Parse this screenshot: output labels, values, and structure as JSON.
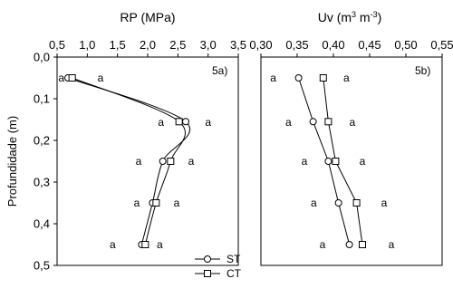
{
  "y_axis_label": "Profundidade (m)",
  "chart_data": [
    {
      "type": "line",
      "panel_label": "5a)",
      "title": "RP (MPa)",
      "xlabel": "RP (MPa)",
      "ylabel": "Profundidade (m)",
      "x_axis_position": "top",
      "y_inverted": true,
      "xlim": [
        0.5,
        3.5
      ],
      "ylim": [
        0,
        0.5
      ],
      "xticks": [
        "0,5",
        "1,0",
        "1,5",
        "2,0",
        "2,5",
        "3,0",
        "3,5"
      ],
      "yticks": [
        "0,0",
        "0,1",
        "0,2",
        "0,3",
        "0,4",
        "0,5"
      ],
      "grid": false,
      "legend_position": "bottom-right",
      "series": [
        {
          "name": "ST",
          "marker": "circle",
          "depth": [
            0.05,
            0.155,
            0.25,
            0.35,
            0.45
          ],
          "values": [
            0.68,
            2.63,
            2.25,
            2.08,
            1.9
          ]
        },
        {
          "name": "CT",
          "marker": "square",
          "depth": [
            0.05,
            0.155,
            0.25,
            0.35,
            0.45
          ],
          "values": [
            0.75,
            2.52,
            2.38,
            2.14,
            1.96
          ]
        }
      ],
      "annotations": [
        {
          "text": "a",
          "x": 0.57,
          "y": 0.05
        },
        {
          "text": "a",
          "x": 1.22,
          "y": 0.05
        },
        {
          "text": "a",
          "x": 2.22,
          "y": 0.157
        },
        {
          "text": "a",
          "x": 3.0,
          "y": 0.157
        },
        {
          "text": "a",
          "x": 1.85,
          "y": 0.25
        },
        {
          "text": "a",
          "x": 2.72,
          "y": 0.25
        },
        {
          "text": "a",
          "x": 1.82,
          "y": 0.35
        },
        {
          "text": "a",
          "x": 2.48,
          "y": 0.35
        },
        {
          "text": "a",
          "x": 1.42,
          "y": 0.45
        },
        {
          "text": "a",
          "x": 2.2,
          "y": 0.45
        }
      ]
    },
    {
      "type": "line",
      "panel_label": "5b)",
      "title": "Uv (m³ m⁻³)",
      "title_parts": {
        "base": "Uv (m",
        "sup1": "3",
        "mid": " m",
        "sup2": "-3",
        "end": ")"
      },
      "xlabel": "Uv (m³ m⁻³)",
      "x_axis_position": "top",
      "y_inverted": true,
      "xlim": [
        0.3,
        0.55
      ],
      "ylim": [
        0,
        0.5
      ],
      "xticks": [
        "0,30",
        "0,35",
        "0,40",
        "0,45",
        "0,50",
        "0,55"
      ],
      "grid": false,
      "series": [
        {
          "name": "ST",
          "marker": "circle",
          "depth": [
            0.05,
            0.155,
            0.25,
            0.35,
            0.45
          ],
          "values": [
            0.352,
            0.372,
            0.393,
            0.407,
            0.422
          ]
        },
        {
          "name": "CT",
          "marker": "square",
          "depth": [
            0.05,
            0.155,
            0.25,
            0.35,
            0.45
          ],
          "values": [
            0.386,
            0.393,
            0.403,
            0.432,
            0.44
          ]
        }
      ],
      "annotations": [
        {
          "text": "a",
          "x": 0.317,
          "y": 0.05
        },
        {
          "text": "a",
          "x": 0.418,
          "y": 0.05
        },
        {
          "text": "a",
          "x": 0.338,
          "y": 0.157
        },
        {
          "text": "a",
          "x": 0.426,
          "y": 0.157
        },
        {
          "text": "a",
          "x": 0.36,
          "y": 0.25
        },
        {
          "text": "a",
          "x": 0.44,
          "y": 0.25
        },
        {
          "text": "a",
          "x": 0.373,
          "y": 0.35
        },
        {
          "text": "a",
          "x": 0.47,
          "y": 0.35
        },
        {
          "text": "a",
          "x": 0.385,
          "y": 0.45
        },
        {
          "text": "a",
          "x": 0.48,
          "y": 0.45
        }
      ]
    }
  ],
  "legend": [
    {
      "name": "ST",
      "marker": "circle"
    },
    {
      "name": "CT",
      "marker": "square"
    }
  ]
}
